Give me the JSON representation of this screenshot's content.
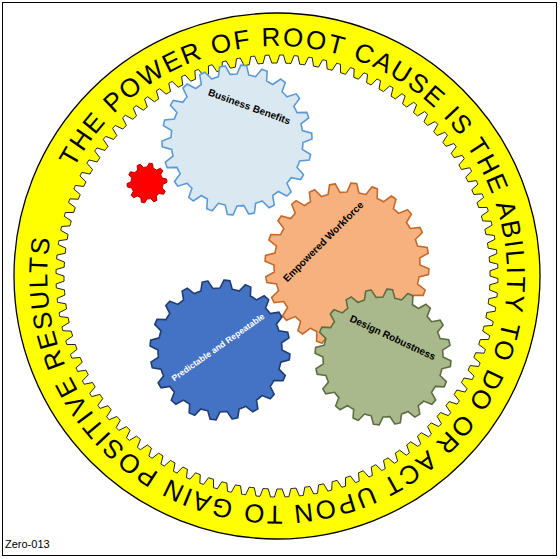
{
  "diagram": {
    "title": "THE POWER OF ROOT CAUSE IS THE ABILITY TO DO OR ACT UPON TO GAIN POSITIVE RESULTS",
    "nodes": [
      {
        "text": [
          "Business Benefits"
        ]
      },
      {
        "text": [
          "Empowered Workforce"
        ]
      },
      {
        "text": [
          "Predictable and Repeatable"
        ]
      },
      {
        "text": [
          "Design Robustness"
        ]
      }
    ],
    "labels": [
      "Zero-013"
    ]
  }
}
